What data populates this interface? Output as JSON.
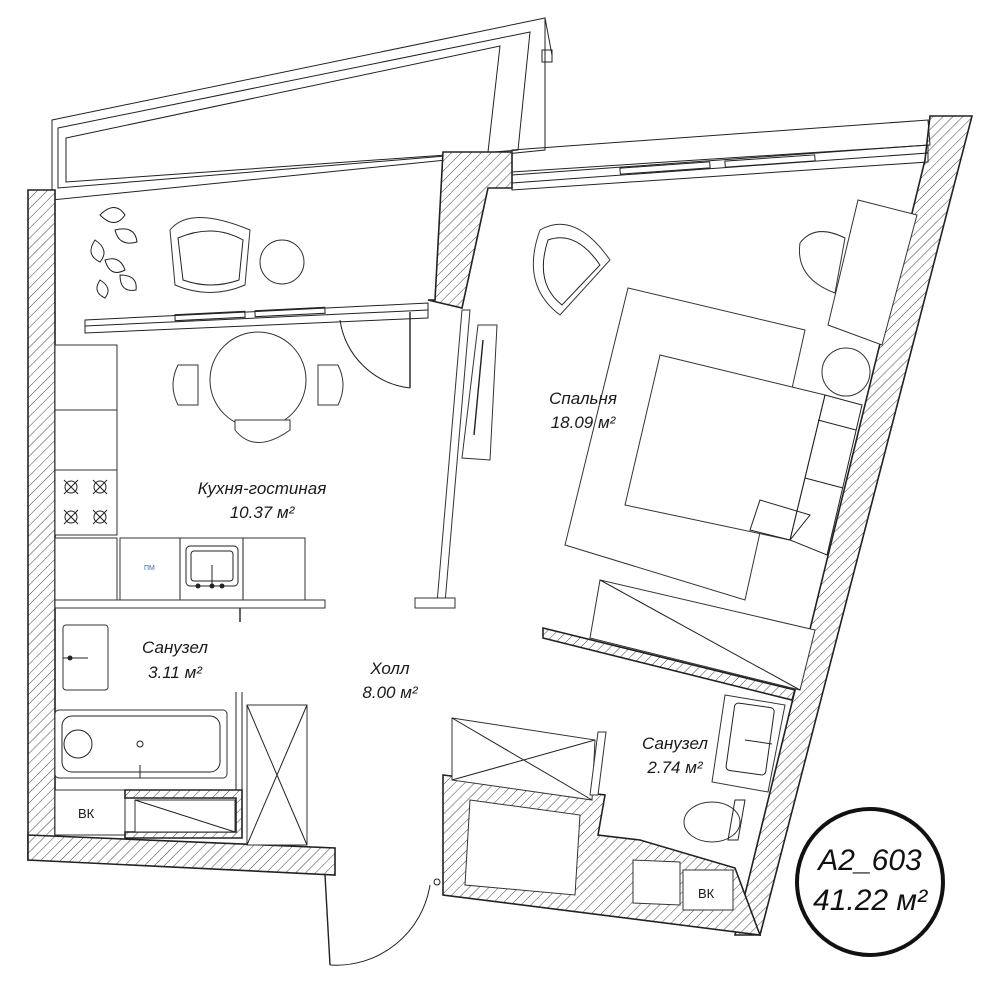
{
  "plan": {
    "unit_code": "A2_603",
    "total_area": "41.22 м²"
  },
  "rooms": {
    "kitchen": {
      "name": "Кухня-гостиная",
      "area": "10.37 м²"
    },
    "bedroom": {
      "name": "Спальня",
      "area": "18.09 м²"
    },
    "hall": {
      "name": "Холл",
      "area": "8.00 м²"
    },
    "bath_left": {
      "name": "Санузел",
      "area": "3.11 м²"
    },
    "bath_right": {
      "name": "Санузел",
      "area": "2.74 м²"
    }
  },
  "labels": {
    "pm": "ПМ",
    "vk_left": "ВК",
    "vk_right": "ВК"
  }
}
